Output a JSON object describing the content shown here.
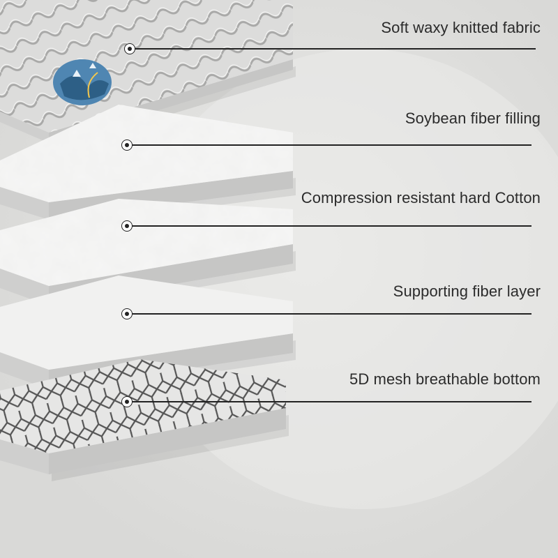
{
  "layers": [
    {
      "label": "Soft waxy knitted fabric",
      "texture": "wave"
    },
    {
      "label": "Soybean fiber filling",
      "texture": "fiber"
    },
    {
      "label": "Compression resistant hard Cotton",
      "texture": "fiber"
    },
    {
      "label": "Supporting fiber layer",
      "texture": "plain"
    },
    {
      "label": "5D mesh breathable bottom",
      "texture": "hex"
    }
  ],
  "colors": {
    "background": "#e4e4e2",
    "layer_top": "#f1f1f0",
    "layer_side": "#cfcfce",
    "line": "#222222",
    "text": "#2b2b2b"
  },
  "icons": [
    "marker-dot-icon",
    "badge-logo-icon"
  ]
}
